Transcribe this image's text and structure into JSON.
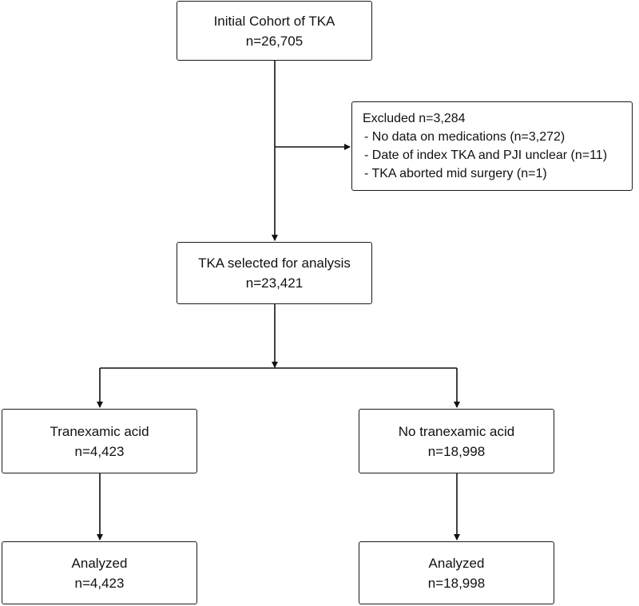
{
  "initial": {
    "title": "Initial Cohort of TKA",
    "count": "n=26,705"
  },
  "excluded": {
    "title": "Excluded n=3,284",
    "items": [
      "- No data on medications (n=3,272)",
      "- Date of index TKA and PJI unclear (n=11)",
      "- TKA aborted mid surgery (n=1)"
    ]
  },
  "selected": {
    "title": "TKA selected for analysis",
    "count": "n=23,421"
  },
  "txa": {
    "title": "Tranexamic acid",
    "count": "n=4,423"
  },
  "no_txa": {
    "title": "No tranexamic acid",
    "count": "n=18,998"
  },
  "analyzed_txa": {
    "title": "Analyzed",
    "count": "n=4,423"
  },
  "analyzed_no_txa": {
    "title": "Analyzed",
    "count": "n=18,998"
  }
}
